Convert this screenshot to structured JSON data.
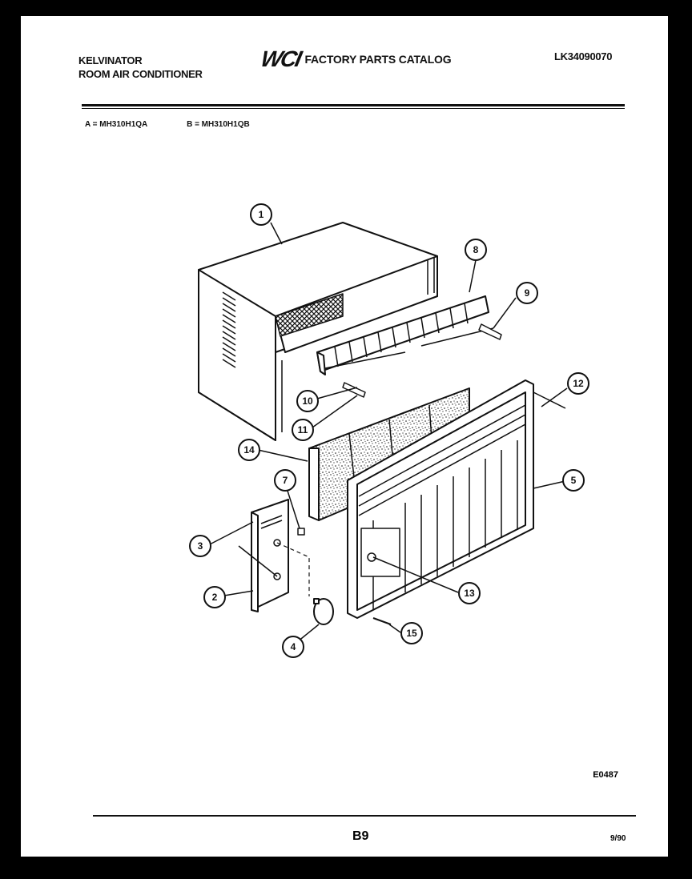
{
  "header": {
    "brand_line1": "KELVINATOR",
    "brand_line2": "ROOM AIR CONDITIONER",
    "logo_text": "WCI",
    "catalog_title": "FACTORY PARTS CATALOG",
    "document_id": "LK34090070"
  },
  "models": {
    "a": "A = MH310H1QA",
    "b": "B = MH310H1QB"
  },
  "callouts": [
    "1",
    "2",
    "3",
    "4",
    "5",
    "7",
    "8",
    "9",
    "10",
    "11",
    "12",
    "13",
    "14",
    "15"
  ],
  "footer": {
    "drawing_code": "E0487",
    "page_number": "B9",
    "date": "9/90"
  },
  "colors": {
    "ink": "#111111",
    "paper": "#ffffff",
    "frame": "#000000"
  }
}
